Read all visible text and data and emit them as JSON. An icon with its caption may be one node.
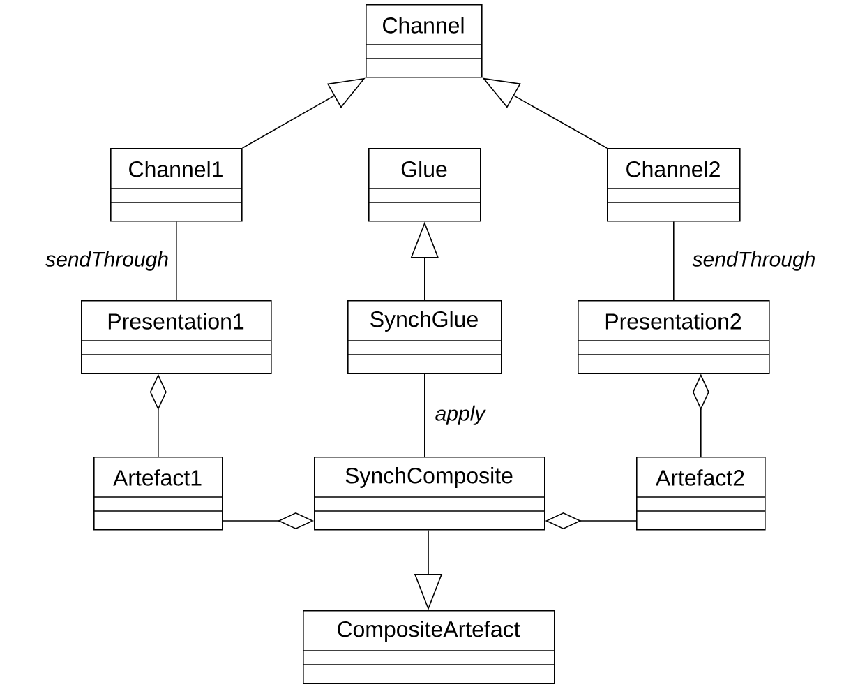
{
  "diagram": {
    "nodes": [
      {
        "text": [
          "Channel"
        ]
      },
      {
        "text": [
          "Channel1"
        ]
      },
      {
        "text": [
          "Glue"
        ]
      },
      {
        "text": [
          "Channel2"
        ]
      },
      {
        "text": [
          "Presentation1"
        ]
      },
      {
        "text": [
          "SynchGlue"
        ]
      },
      {
        "text": [
          "Presentation2"
        ]
      },
      {
        "text": [
          "Artefact1"
        ]
      },
      {
        "text": [
          "SynchComposite"
        ]
      },
      {
        "text": [
          "Artefact2"
        ]
      },
      {
        "text": [
          "CompositeArtefact"
        ]
      }
    ],
    "edges": [
      {
        "from": 1,
        "to": 0,
        "arrow": "to"
      },
      {
        "from": 3,
        "to": 0,
        "arrow": "to"
      },
      {
        "from": 5,
        "to": 2,
        "arrow": "to"
      },
      {
        "from": 1,
        "to": 4,
        "arrow": "none",
        "label": "sendThrough"
      },
      {
        "from": 3,
        "to": 6,
        "arrow": "none",
        "label": "sendThrough"
      },
      {
        "from": 4,
        "to": 7,
        "arrow": "other"
      },
      {
        "from": 6,
        "to": 9,
        "arrow": "other"
      },
      {
        "from": 5,
        "to": 8,
        "arrow": "none",
        "label": "apply"
      },
      {
        "from": 8,
        "to": 7,
        "arrow": "other"
      },
      {
        "from": 8,
        "to": 9,
        "arrow": "other"
      },
      {
        "from": 8,
        "to": 10,
        "arrow": "to"
      }
    ]
  }
}
